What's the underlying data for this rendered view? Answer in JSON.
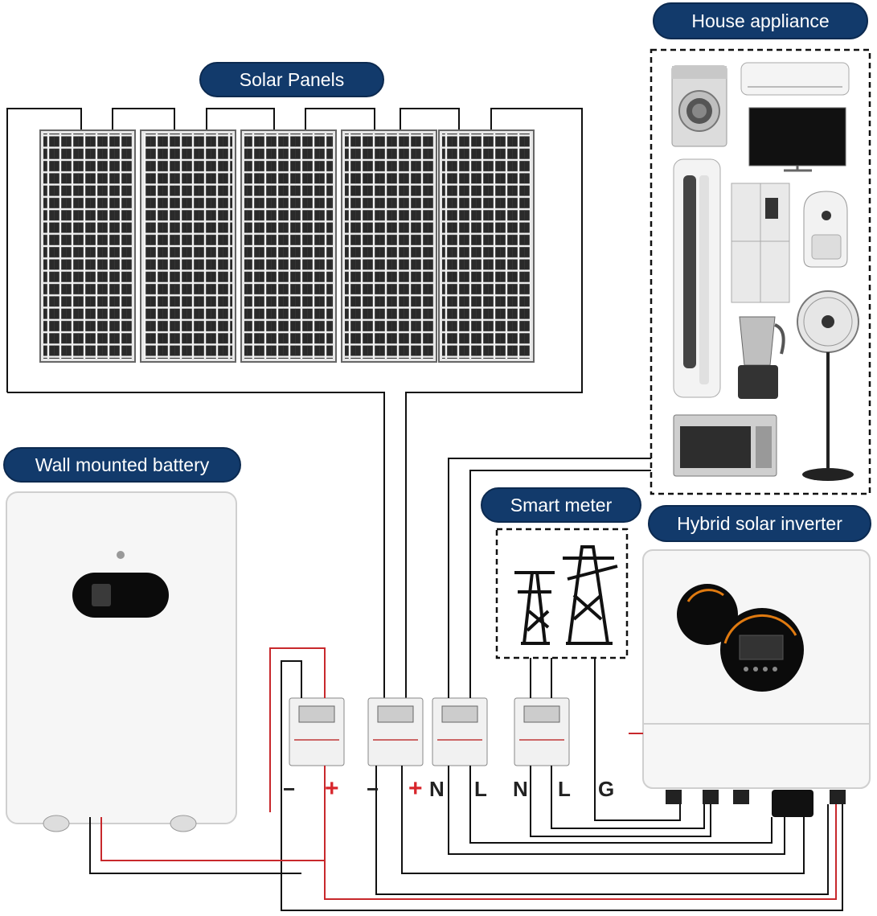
{
  "labels": {
    "solar_panels": "Solar Panels",
    "house_appliance": "House appliance",
    "wall_battery": "Wall mounted battery",
    "smart_meter": "Smart meter",
    "hybrid_inverter": "Hybrid solar inverter"
  },
  "terminals": {
    "batt_minus": "−",
    "batt_plus": "+",
    "pv_minus": "−",
    "pv_plus": "+",
    "load_n": "N",
    "load_l": "L",
    "grid_n": "N",
    "grid_l": "L",
    "ground": "G"
  },
  "colors": {
    "label_bg": "#123a6b",
    "wire_black": "#111111",
    "wire_red": "#c8282c",
    "panel_cell": "#2b2b2b"
  },
  "components": {
    "solar_panel_count": 5,
    "breaker_count": 4,
    "appliances": [
      "washing-machine",
      "air-conditioner",
      "television",
      "tower-air-conditioner",
      "refrigerator",
      "air-fryer",
      "blender",
      "standing-fan",
      "microwave"
    ]
  }
}
